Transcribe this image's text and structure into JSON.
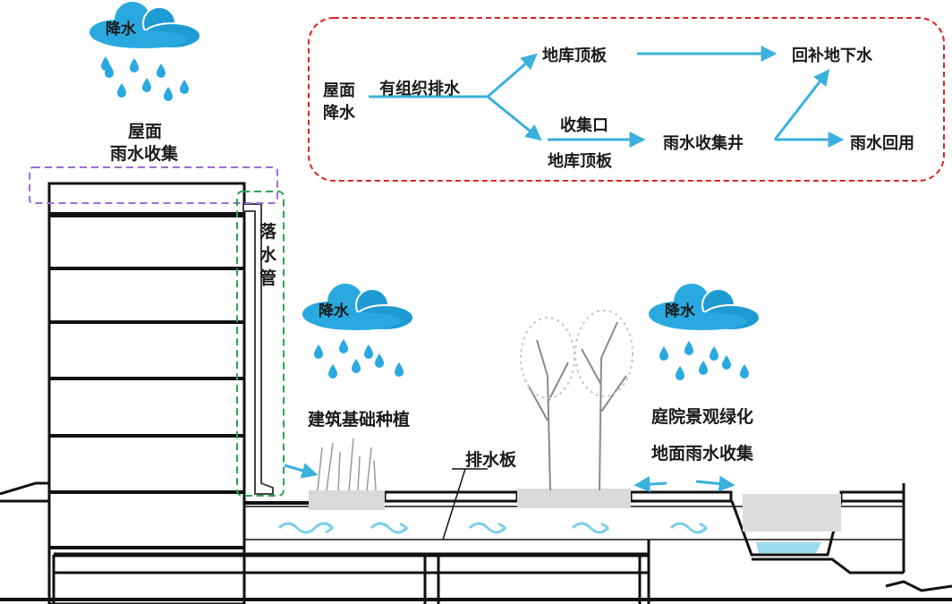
{
  "rain_clouds": [
    {
      "label": "降水",
      "caption": [
        "屋面",
        "雨水收集"
      ]
    },
    {
      "label": "降水",
      "caption": [
        "建筑基础种植"
      ]
    },
    {
      "label": "降水",
      "caption": [
        "庭院景观绿化",
        "地面雨水收集"
      ]
    }
  ],
  "downpipe_label": [
    "落",
    "水",
    "管"
  ],
  "drain_board_label": "排水板",
  "flowchart": {
    "source": [
      "屋面",
      "降水"
    ],
    "organized_drainage": "有组织排水",
    "garage_roof_top": "地库顶板",
    "collection_port": "收集口",
    "garage_roof_bottom": "地库顶板",
    "rain_well": "雨水收集井",
    "groundwater_recharge": "回补地下水",
    "rain_reuse": "雨水回用"
  },
  "colors": {
    "cloud": "#29a9e0",
    "cloud_dark": "#1a8fc7",
    "raindrop": "#29a9e0",
    "arrow": "#3ab0dd",
    "flow_wave": "#7fd0e8",
    "flowchart_border": "#e02020",
    "roof_box_border": "#9b6dd6",
    "pipe_box_border": "#2ea44f",
    "line": "#111111"
  },
  "icons": [
    "cloud-icon",
    "raindrop-icon",
    "tree-icon",
    "wave-arrow-icon"
  ]
}
